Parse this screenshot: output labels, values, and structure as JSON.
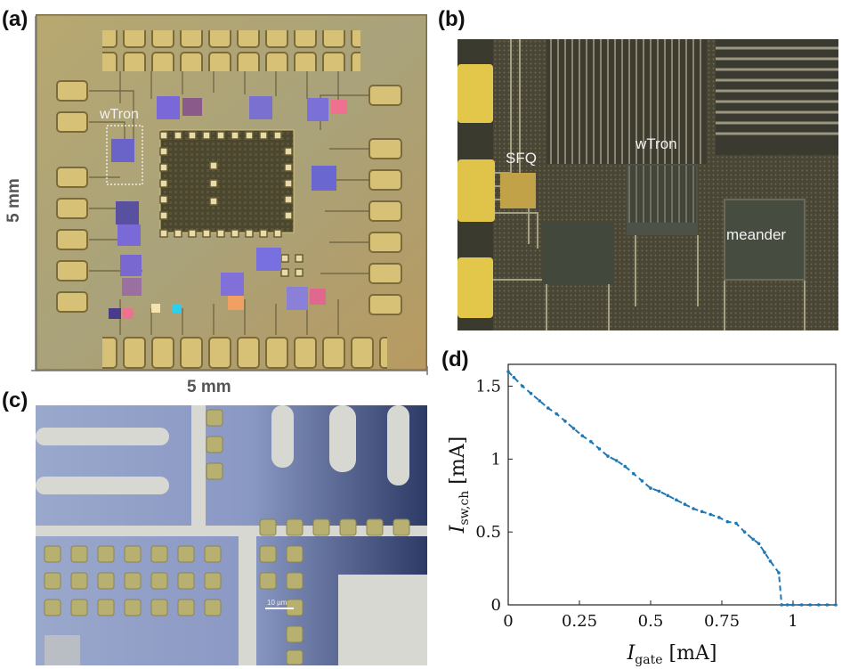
{
  "panels": {
    "a": {
      "label": "(a)",
      "annotation": "wTron",
      "width_label": "5 mm",
      "height_label": "5 mm"
    },
    "b": {
      "label": "(b)",
      "annotations": [
        "SFQ",
        "wTron",
        "meander"
      ]
    },
    "c": {
      "label": "(c)",
      "scale_bar": "10 µm"
    },
    "d": {
      "label": "(d)"
    }
  },
  "colors": {
    "line": "#1f77b4",
    "chip_bg": "#a8a270",
    "pad_gold": "#d8c27a",
    "die_dark": "#3a3828",
    "optical_blue": "#8f9fc8"
  },
  "chart_data": {
    "type": "line",
    "xlabel": "I_gate [mA]",
    "ylabel": "I_sw,ch [mA]",
    "xlim": [
      0,
      1.15
    ],
    "ylim": [
      0,
      1.65
    ],
    "xticks": [
      "0",
      "0.25",
      "0.5",
      "0.75",
      "1"
    ],
    "yticks": [
      "0",
      "0.5",
      "1",
      "1.5"
    ],
    "series": [
      {
        "x": [
          0,
          0.02,
          0.05,
          0.08,
          0.11,
          0.14,
          0.17,
          0.2,
          0.23,
          0.26,
          0.29,
          0.32,
          0.35,
          0.38,
          0.41,
          0.44,
          0.47,
          0.5,
          0.53,
          0.56,
          0.59,
          0.62,
          0.65,
          0.68,
          0.71,
          0.74,
          0.77,
          0.8,
          0.83,
          0.86,
          0.88,
          0.9,
          0.92,
          0.95,
          0.96,
          0.98,
          1.0,
          1.03,
          1.06,
          1.09,
          1.12,
          1.15
        ],
        "y": [
          1.6,
          1.56,
          1.5,
          1.45,
          1.4,
          1.35,
          1.31,
          1.26,
          1.21,
          1.16,
          1.12,
          1.07,
          1.02,
          0.99,
          0.95,
          0.9,
          0.85,
          0.8,
          0.78,
          0.75,
          0.72,
          0.69,
          0.66,
          0.64,
          0.62,
          0.6,
          0.57,
          0.56,
          0.5,
          0.45,
          0.42,
          0.36,
          0.3,
          0.22,
          0.0,
          0.0,
          0.0,
          0.0,
          0.0,
          0.0,
          0.0,
          0.0
        ]
      }
    ],
    "grid": false
  }
}
